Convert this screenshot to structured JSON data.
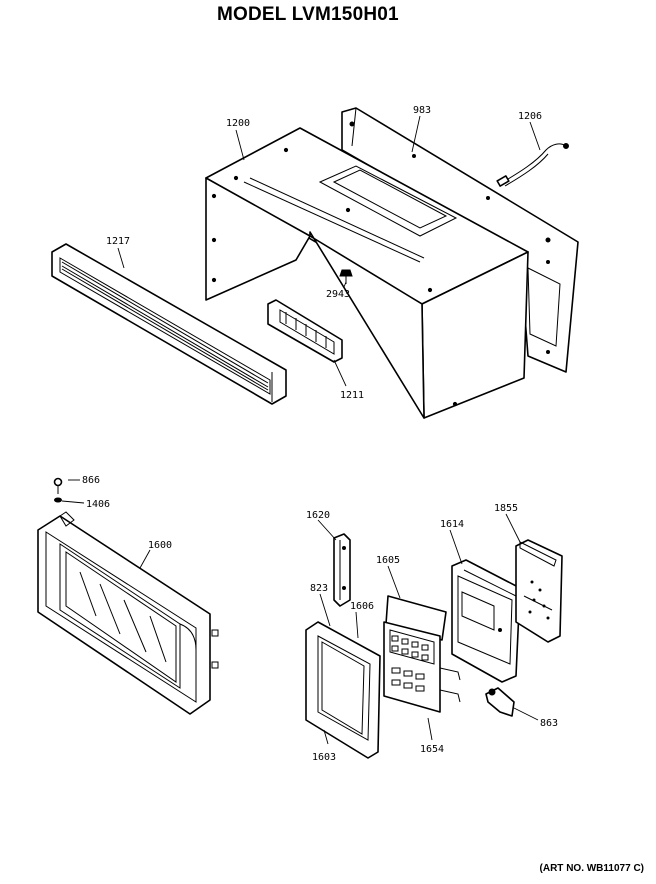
{
  "title": "MODEL LVM150H01",
  "art_number": "(ART NO. WB11077 C)",
  "parts": {
    "cabinet": "1200",
    "back_panel": "983",
    "power_cord": "1206",
    "grille": "1217",
    "screw": "2943",
    "vent": "1211",
    "door_screw": "866",
    "door_washer": "1406",
    "door": "1600",
    "latch_bracket": "1620",
    "frame_823": "823",
    "frame_1606": "1606",
    "frame_1603": "1603",
    "window_1605": "1605",
    "touch_panel": "1654",
    "control_board": "1614",
    "pcb": "1855",
    "clip": "863"
  }
}
